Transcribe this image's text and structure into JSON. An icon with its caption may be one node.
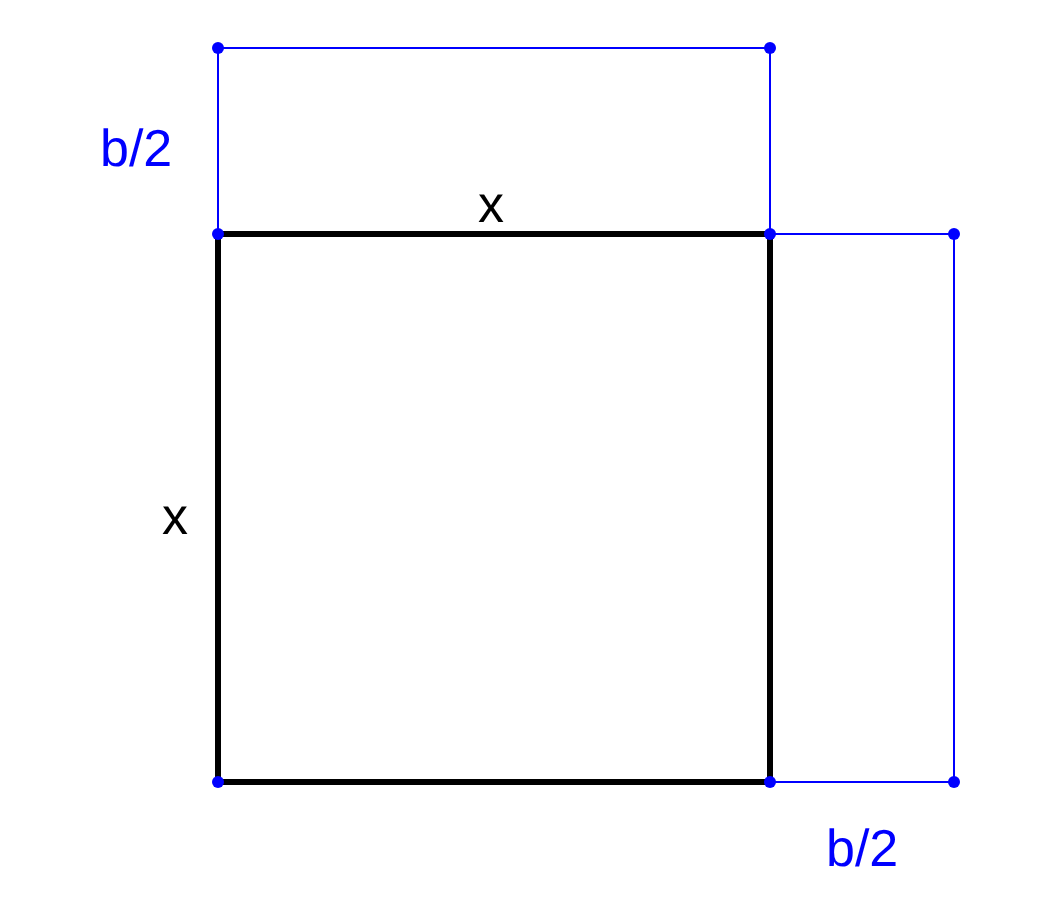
{
  "diagram": {
    "labels": [
      "b/2",
      "x",
      "x",
      "b/2"
    ]
  }
}
